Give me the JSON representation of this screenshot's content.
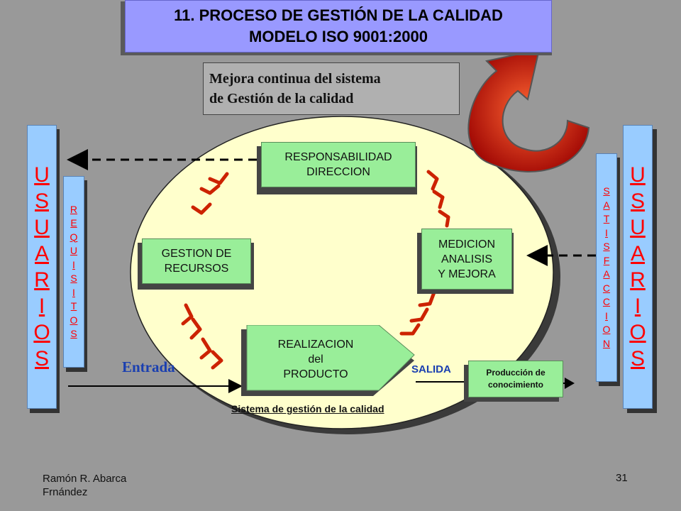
{
  "title": {
    "line1": "11. PROCESO DE GESTIÓN DE LA CALIDAD",
    "line2": "MODELO ISO 9001:2000"
  },
  "mejora": {
    "line1": "Mejora continua del sistema",
    "line2": "de Gestión de la calidad"
  },
  "left_usuarios": [
    "U",
    "S",
    "U",
    "A",
    "R",
    "I",
    "O",
    "S"
  ],
  "right_usuarios": [
    "U",
    "S",
    "U",
    "A",
    "R",
    "I",
    "O",
    "S"
  ],
  "requisitos": [
    "R",
    "E",
    "Q",
    "U",
    "I",
    "S",
    "I",
    "T",
    "O",
    "S"
  ],
  "satisfaccion": [
    "S",
    "A",
    "T",
    "I",
    "S",
    "F",
    "A",
    "C",
    "C",
    "I",
    "O",
    "N"
  ],
  "process": {
    "responsabilidad": {
      "line1": "RESPONSABILIDAD",
      "line2": "DIRECCION"
    },
    "gestion": {
      "line1": "GESTION DE",
      "line2": "RECURSOS"
    },
    "medicion": {
      "line1": "MEDICION",
      "line2": "ANALISIS",
      "line3": "Y MEJORA"
    },
    "realizacion": {
      "line1": "REALIZACION",
      "line2": "del",
      "line3": "PRODUCTO"
    }
  },
  "labels": {
    "entrada": "Entrada",
    "salida": "SALIDA",
    "sistema": "Sistema de gestión de la calidad",
    "produccion_line1": "Producción de",
    "produccion_line2": "conocimiento"
  },
  "footer": {
    "author_line1": "Ramón R. Abarca",
    "author_line2": "Frnández",
    "page": "31"
  },
  "colors": {
    "background": "#999999",
    "title_box": "#9999ff",
    "side_box": "#99ccff",
    "usuarios_text": "#ff0000",
    "process_box": "#99ee99",
    "ellipse": "#ffffcc",
    "blue_label": "#1a3fb0",
    "cycle_arrows": "#cc2200"
  },
  "icons": {
    "cycle_arrows": "red-double-chevron-arrow-icon",
    "mejora_arrow": "curved-red-circular-arrow-icon"
  }
}
